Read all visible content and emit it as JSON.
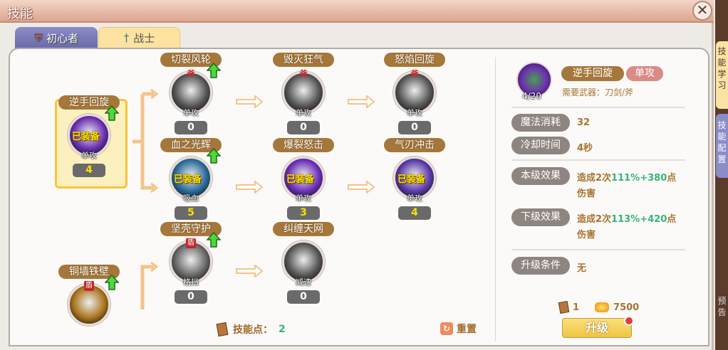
{
  "window": {
    "title": "技能",
    "close_icon": "close-icon"
  },
  "tabs": [
    {
      "label": "初心者",
      "icon": "shield-icon"
    },
    {
      "label": "战士",
      "icon": "sword-icon"
    }
  ],
  "side_tabs": [
    "技能学习",
    "技能配置",
    "预告"
  ],
  "skills": [
    {
      "name": "逆手回旋",
      "tag": "单攻",
      "level": "4",
      "equipped": "已装备",
      "weapon": "",
      "upgradable": true,
      "selected": true,
      "color": "#6a2fb0"
    },
    {
      "name": "切裂风轮",
      "tag": "单攻",
      "level": "0",
      "equipped": "",
      "weapon": "斧",
      "upgradable": true,
      "color": "#555"
    },
    {
      "name": "毁灭狂气",
      "tag": "单攻",
      "level": "0",
      "equipped": "",
      "weapon": "斧",
      "upgradable": false,
      "color": "#555"
    },
    {
      "name": "怒焰回旋",
      "tag": "单攻",
      "level": "0",
      "equipped": "",
      "weapon": "斧",
      "upgradable": false,
      "color": "#555"
    },
    {
      "name": "血之光辉",
      "tag": "吸血",
      "level": "5",
      "equipped": "已装备",
      "weapon": "",
      "upgradable": true,
      "color": "#2a6a9a"
    },
    {
      "name": "爆裂怒击",
      "tag": "单攻",
      "level": "3",
      "equipped": "已装备",
      "weapon": "",
      "upgradable": false,
      "color": "#6b2fb6"
    },
    {
      "name": "气刃冲击",
      "tag": "单攻",
      "level": "4",
      "equipped": "已装备",
      "weapon": "",
      "upgradable": false,
      "color": "#5a3aa8"
    },
    {
      "name": "坚壳守护",
      "tag": "格挡",
      "level": "0",
      "equipped": "",
      "weapon": "盾",
      "upgradable": true,
      "color": "#666"
    },
    {
      "name": "纠缠天网",
      "tag": "减速",
      "level": "0",
      "equipped": "",
      "weapon": "",
      "upgradable": false,
      "color": "#555"
    },
    {
      "name": "铜墙铁壁",
      "tag": "",
      "level": "",
      "equipped": "",
      "weapon": "盾",
      "upgradable": true,
      "color": "#a8741c"
    }
  ],
  "footer": {
    "skill_points_label": "技能点：",
    "skill_points": "2",
    "reset_label": "重置"
  },
  "detail": {
    "name": "逆手回旋",
    "type": "单攻",
    "level": "4/20",
    "weapon_req": "需要武器：刀剑/斧",
    "mp_label": "魔法消耗",
    "mp": "32",
    "cd_label": "冷却时间",
    "cd": "4秒",
    "cur_label": "本级效果",
    "cur_pre": "造成2次",
    "cur_hl": "111%+380",
    "cur_post": "点伤害",
    "next_label": "下级效果",
    "next_pre": "造成2次",
    "next_hl": "113%+420",
    "next_post": "点伤害",
    "req_label": "升级条件",
    "req": "无",
    "cost_book": "1",
    "cost_gold": "7500",
    "upgrade_label": "升级"
  }
}
